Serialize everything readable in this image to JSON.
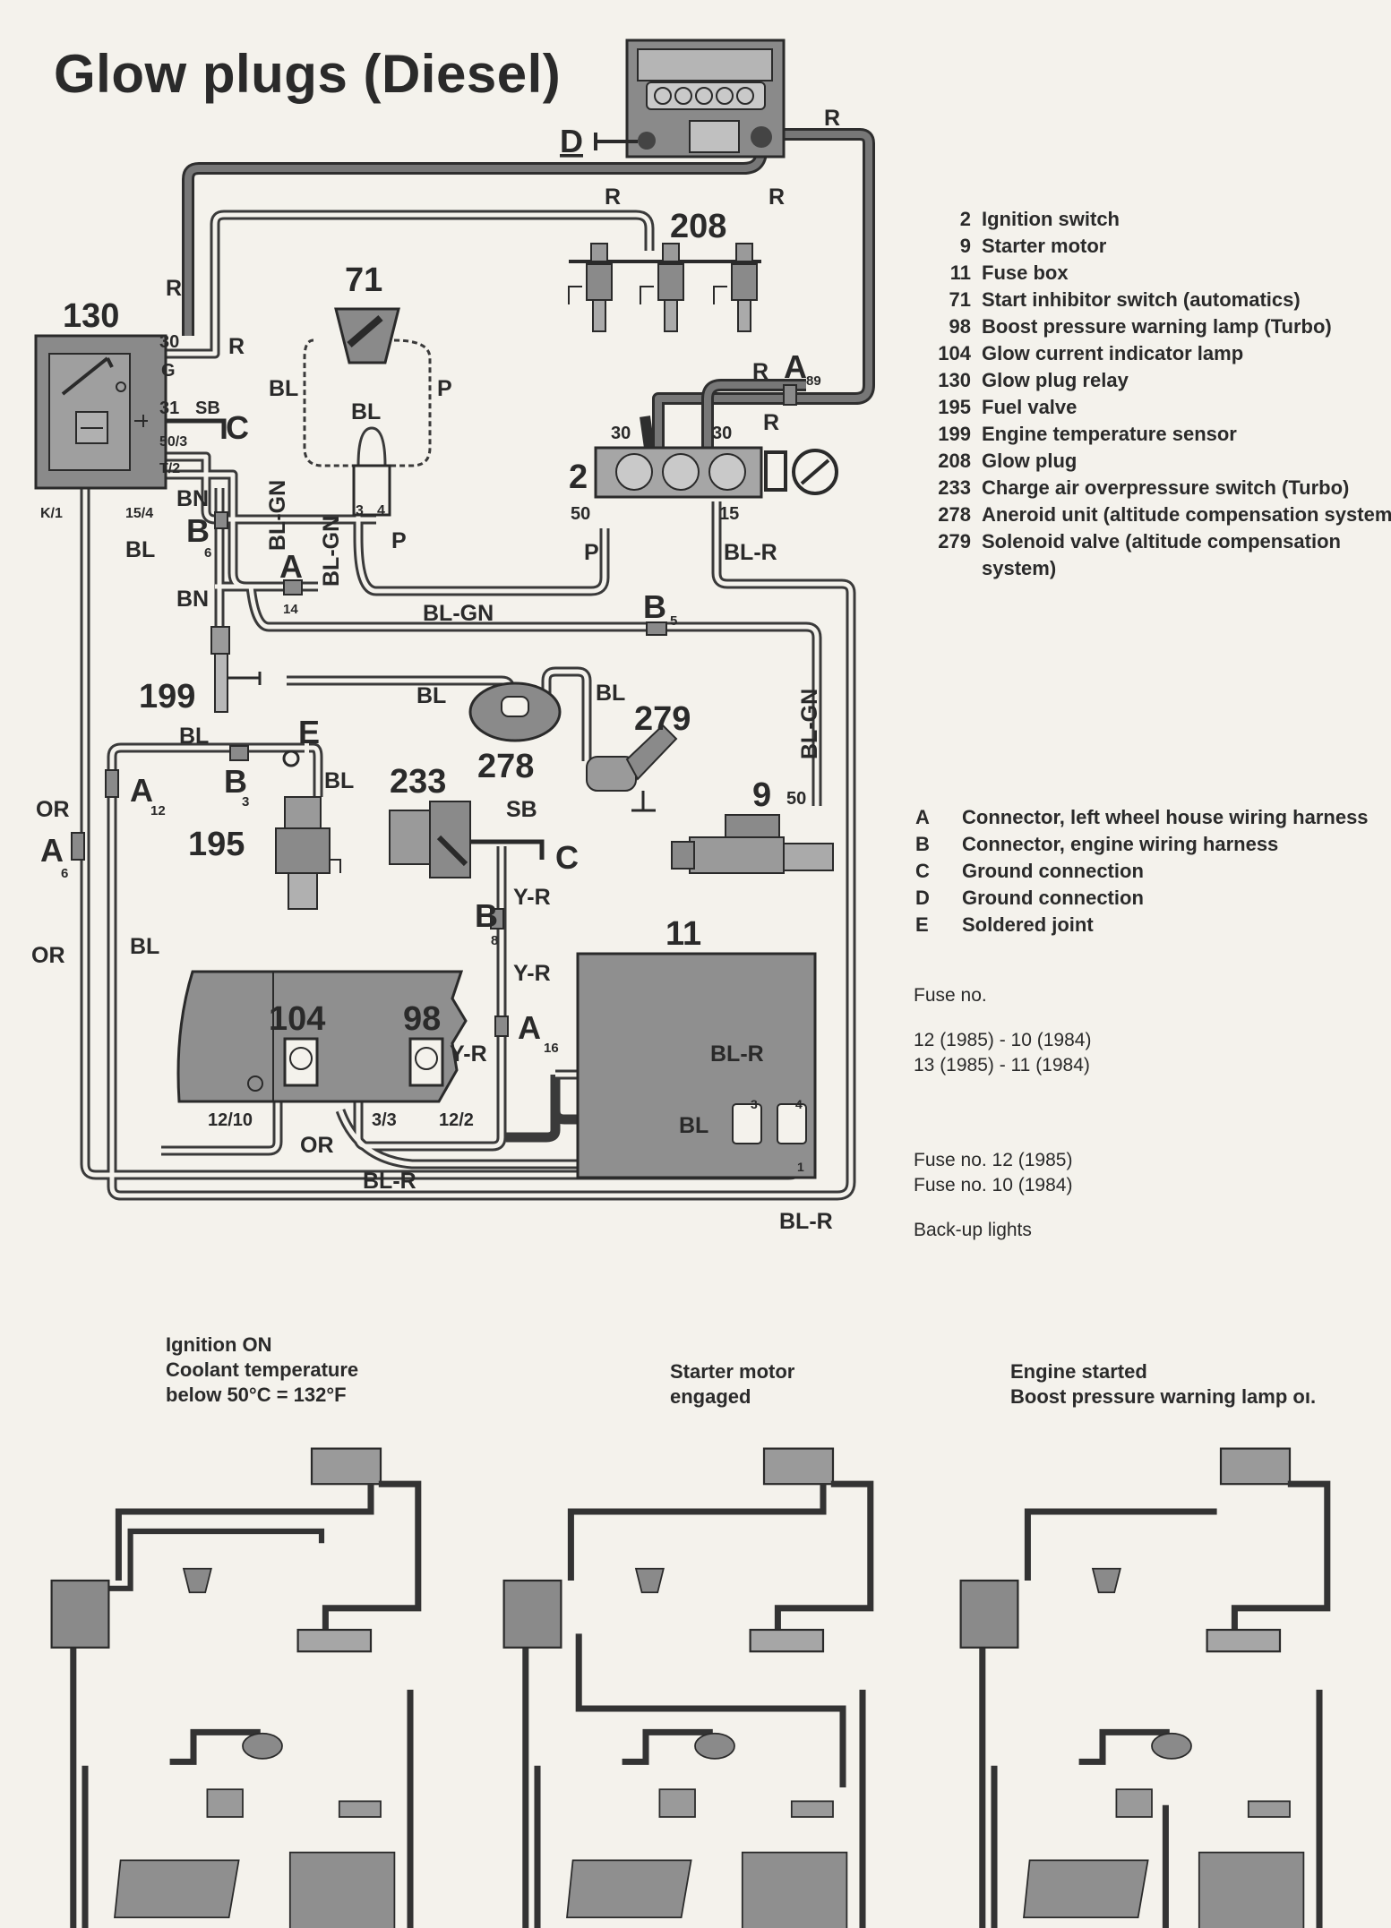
{
  "title": "Glow plugs (Diesel)",
  "components": [
    {
      "num": "2",
      "label": "Ignition switch"
    },
    {
      "num": "9",
      "label": "Starter motor"
    },
    {
      "num": "11",
      "label": "Fuse box"
    },
    {
      "num": "71",
      "label": "Start inhibitor switch (automatics)"
    },
    {
      "num": "98",
      "label": "Boost pressure warning lamp (Turbo)"
    },
    {
      "num": "104",
      "label": "Glow current indicator lamp"
    },
    {
      "num": "130",
      "label": "Glow plug relay"
    },
    {
      "num": "195",
      "label": "Fuel valve"
    },
    {
      "num": "199",
      "label": "Engine temperature sensor"
    },
    {
      "num": "208",
      "label": "Glow plug"
    },
    {
      "num": "233",
      "label": "Charge air overpressure switch (Turbo)"
    },
    {
      "num": "278",
      "label": "Aneroid unit (altitude compensation system)"
    },
    {
      "num": "279",
      "label": "Solenoid valve (altitude compensation system)"
    }
  ],
  "connectors": [
    {
      "key": "A",
      "label": "Connector, left wheel house wiring harness"
    },
    {
      "key": "B",
      "label": "Connector, engine wiring harness"
    },
    {
      "key": "C",
      "label": "Ground connection"
    },
    {
      "key": "D",
      "label": "Ground connection"
    },
    {
      "key": "E",
      "label": "Soldered joint"
    }
  ],
  "fuse_notes": {
    "heading": "Fuse no.",
    "line1": "12 (1985) - 10 (1984)",
    "line2": "13 (1985) - 11 (1984)",
    "line3": "Fuse no. 12 (1985)",
    "line4": "Fuse no. 10 (1984)",
    "line5": "Back-up lights"
  },
  "scenarios": [
    {
      "line1": "Ignition ON",
      "line2": "Coolant temperature",
      "line3": "below 50°C = 132°F"
    },
    {
      "line1": "Starter motor",
      "line2": "engaged",
      "line3": ""
    },
    {
      "line1": "Engine started",
      "line2": "Boost pressure warning lamp oı.",
      "line3": ""
    }
  ],
  "diagram_labels": {
    "n130": "130",
    "n71": "71",
    "n208": "208",
    "n2": "2",
    "n199": "199",
    "n195": "195",
    "n233": "233",
    "n278": "278",
    "n279": "279",
    "n9": "9",
    "n11": "11",
    "n104": "104",
    "n98": "98",
    "R": "R",
    "BL": "BL",
    "P": "P",
    "BN": "BN",
    "OR": "OR",
    "SB": "SB",
    "BL_GN": "BL-GN",
    "BL_R": "BL-R",
    "Y_R": "Y-R",
    "pin30": "30",
    "pinG": "G",
    "pin31": "31",
    "pin50_3": "50/3",
    "pinT2": "T/2",
    "pinK1": "K/1",
    "pin15_4": "15/4",
    "pin50": "50",
    "pin15": "15",
    "pin3": "3",
    "pin4": "4",
    "pin1": "1",
    "pin12_10": "12/10",
    "pin3_3": "3/3",
    "pin12_2": "12/2",
    "A": "A",
    "B": "B",
    "C": "C",
    "D": "D",
    "E": "E",
    "s89": "89",
    "s14": "14",
    "s5": "5",
    "s6": "6",
    "s12": "12",
    "s3": "3",
    "s8": "8",
    "s16": "16"
  },
  "colors": {
    "wire_heavy": "#555555",
    "wire_light": "#f4f2ec",
    "component": "#8e8e8e",
    "panel": "#9a9a9a",
    "ink": "#2a2a2a"
  }
}
